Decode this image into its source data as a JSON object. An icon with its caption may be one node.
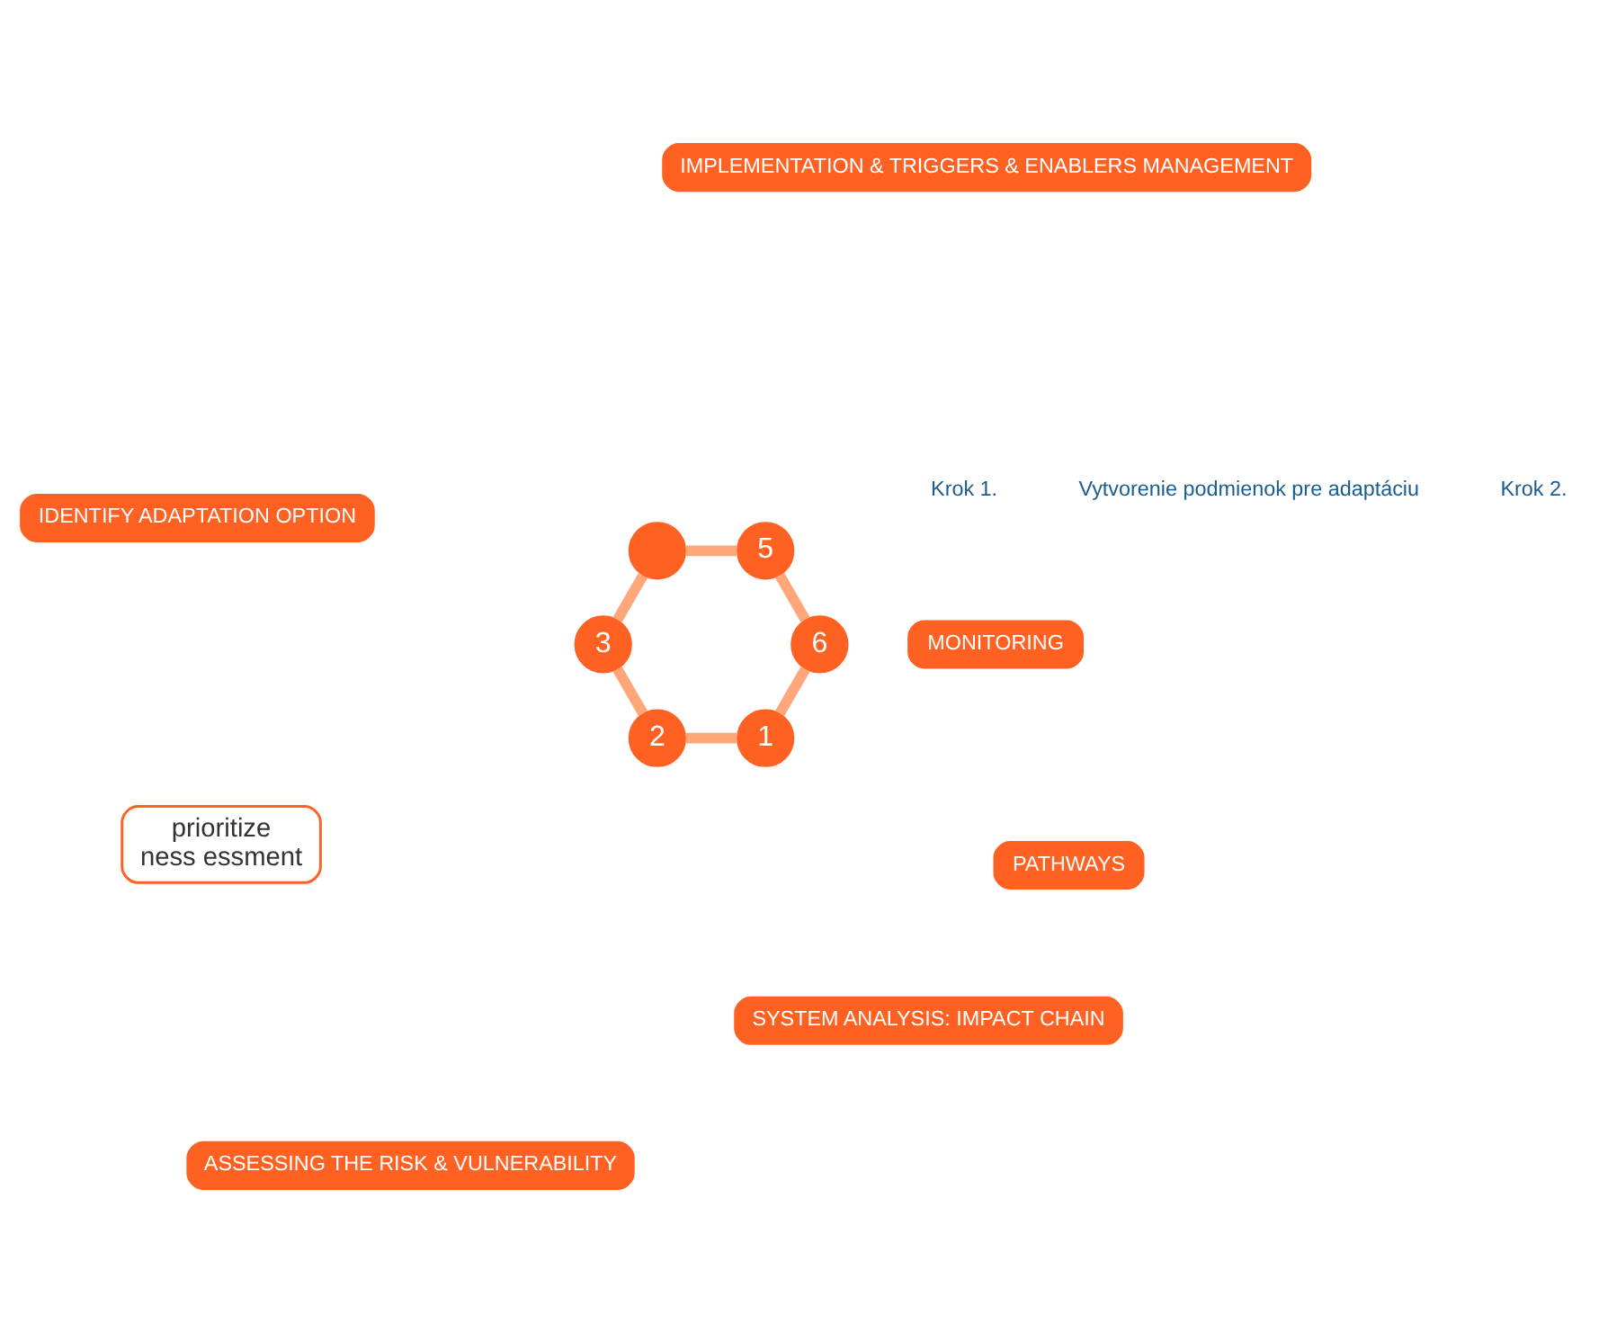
{
  "diagram": {
    "nodes": [
      {
        "text": [
          "PATHWAYS"
        ]
      },
      {
        "text": [
          "1"
        ]
      },
      {
        "text": [
          "SYSTEM ANALYSIS: IMPACT CHAIN"
        ]
      },
      {
        "text": [
          "2"
        ]
      },
      {
        "text": [
          "ASSESSING THE RISK & VULNERABILITY"
        ]
      },
      {
        "text": [
          "3"
        ]
      },
      {
        "text": [
          "IDENTIFY ADAPTATION OPTION"
        ]
      },
      {
        "text": [],
        "shape": "circle"
      },
      {
        "text": [
          "5"
        ]
      },
      {
        "text": [
          "IMPLEMENTATION & TRIGGERS & ENABLERS MANAGEMENT"
        ]
      },
      {
        "text": [
          "6"
        ]
      },
      {
        "text": [
          "MONITORING"
        ]
      },
      {
        "text": [
          "prioritize",
          "ness essment"
        ]
      }
    ],
    "edges": [
      {
        "from": 1,
        "to": 3,
        "arrow": "none"
      },
      {
        "from": 3,
        "to": 5,
        "arrow": "none"
      },
      {
        "from": 5,
        "to": 7,
        "arrow": "none"
      },
      {
        "from": 7,
        "to": 8,
        "arrow": "none"
      },
      {
        "from": 8,
        "to": 10,
        "arrow": "none"
      },
      {
        "from": 10,
        "to": 1,
        "arrow": "none"
      }
    ],
    "labels": [
      "Krok 1.",
      "Vytvorenie podmienok pre adaptáciu",
      "Krok 2."
    ]
  }
}
